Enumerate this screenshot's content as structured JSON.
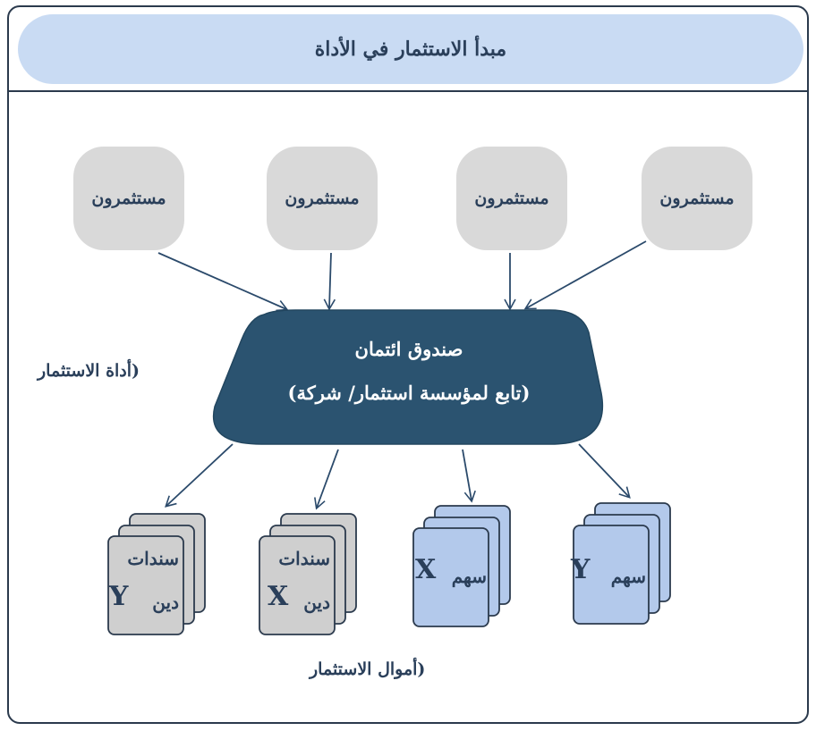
{
  "title": "مبدأ الاستثمار في الأداة",
  "investors": [
    {
      "label": "مستثمرون"
    },
    {
      "label": "مستثمرون"
    },
    {
      "label": "مستثمرون"
    },
    {
      "label": "مستثمرون"
    }
  ],
  "fund": {
    "line1": "صندوق ائتمان",
    "line2": "(تابع لمؤسسة استثمار/ شركة)"
  },
  "labels": {
    "instrument": "(أداة الاستثمار",
    "funds": "(أموال الاستثمار"
  },
  "assets": [
    {
      "type": "bond",
      "line1": "سندات",
      "line2": "دين",
      "letter": "Y"
    },
    {
      "type": "bond",
      "line1": "سندات",
      "line2": "دين",
      "letter": "X"
    },
    {
      "type": "stock",
      "line1": "سهم",
      "letter": "X"
    },
    {
      "type": "stock",
      "line1": "سهم",
      "letter": "Y"
    }
  ],
  "colors": {
    "title_bg": "#c9dbf3",
    "investor_bg": "#d9d9d9",
    "fund_bg": "#2b5370",
    "bond_bg": "#cfcfcf",
    "stock_bg": "#b3c9eb",
    "text": "#2a3f5a",
    "arrow": "#2b4a6b"
  }
}
